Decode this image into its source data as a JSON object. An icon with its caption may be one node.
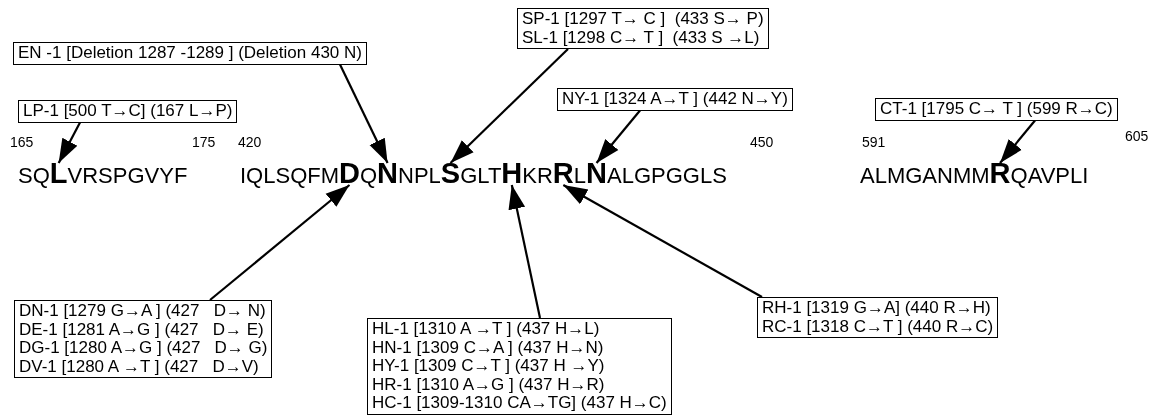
{
  "diagram": {
    "nodes": [
      {
        "text": [
          "SP-1 [1297 T→ C ]  (433 S→ P)",
          "SL-1 [1298 C→ T ]  (433 S →L)"
        ]
      },
      {
        "text": [
          "EN -1 [Deletion 1287 -1289 ] (Deletion 430 N)"
        ]
      },
      {
        "text": [
          "LP-1 [500 T→C] (167 L→P)"
        ]
      },
      {
        "text": [
          "NY-1 [1324 A→T ] (442 N→Y)"
        ]
      },
      {
        "text": [
          "CT-1 [1795 C→ T ] (599 R→C)"
        ]
      },
      {
        "text": [
          "L"
        ]
      },
      {
        "text": [
          "D"
        ]
      },
      {
        "text": [
          "N"
        ]
      },
      {
        "text": [
          "S"
        ]
      },
      {
        "text": [
          "H"
        ]
      },
      {
        "text": [
          "R"
        ]
      },
      {
        "text": [
          "N"
        ]
      },
      {
        "text": [
          "R"
        ]
      },
      {
        "text": [
          "DN-1 [1279 G→A ] (427   D→ N)",
          "DE-1 [1281 A→G ] (427   D→ E)",
          "DG-1 [1280 A→G ] (427   D→ G)",
          "DV-1 [1280 A →T ] (427   D→V)"
        ]
      },
      {
        "text": [
          "HL-1 [1310 A →T ] (437 H→L)",
          "HN-1 [1309 C→A ] (437 H→N)",
          "HY-1 [1309 C→T ] (437 H →Y)",
          "HR-1 [1310 A→G ] (437 H→R)",
          "HC-1 [1309-1310 CA→TG] (437 H→C)"
        ]
      },
      {
        "text": [
          "RH-1 [1319 G→A] (440 R→H)",
          "RC-1 [1318 C→T ] (440 R→C)"
        ]
      }
    ],
    "edges": [
      {
        "from": 2,
        "to": 5,
        "arrow": "to"
      },
      {
        "from": 1,
        "to": 7,
        "arrow": "to"
      },
      {
        "from": 0,
        "to": 8,
        "arrow": "to"
      },
      {
        "from": 3,
        "to": 11,
        "arrow": "to"
      },
      {
        "from": 4,
        "to": 12,
        "arrow": "to"
      },
      {
        "from": 13,
        "to": 6,
        "arrow": "to"
      },
      {
        "from": 14,
        "to": 9,
        "arrow": "to"
      },
      {
        "from": 15,
        "to": 10,
        "arrow": "to"
      }
    ],
    "labels": [
      "165",
      "175",
      "420",
      "450",
      "591",
      "605",
      "SQ",
      "VRSPGVYF",
      "IQLSQFM",
      "Q",
      "NPL",
      "GLT",
      "KR",
      "L",
      "ALGPGGLS",
      "ALMGANMM",
      "QAVPLI"
    ]
  }
}
